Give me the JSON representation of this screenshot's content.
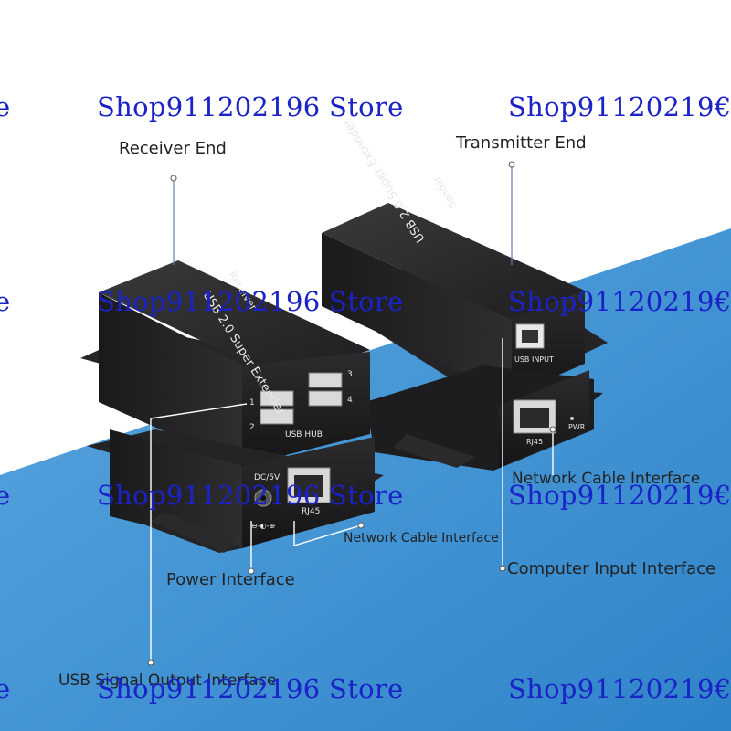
{
  "labels": {
    "receiver_end": "Receiver End",
    "transmitter_end": "Transmitter End",
    "network_cable_interface_right": "Network Cable Interface",
    "network_cable_interface_left": "Network Cable Interface",
    "computer_input_interface": "Computer Input Interface",
    "power_interface": "Power Interface",
    "usb_signal_output_interface": "USB Signal Output Interface"
  },
  "watermark": {
    "text": "Shop911202196 Store",
    "text_cut": "Shop91120219€",
    "edge": "e"
  },
  "device_markings": {
    "receiver": {
      "product": "USB 2.0  Super Extender",
      "role": "Receiver",
      "hub": "USB HUB",
      "ports": [
        "1",
        "2",
        "3",
        "4"
      ],
      "power": "DC/5V",
      "polarity": "⊖-◐-⊕",
      "rj45": "RJ45"
    },
    "sender": {
      "product": "USB 2.0  Super Extender",
      "role": "Sender",
      "usb_input": "USB INPUT",
      "rj45": "RJ45",
      "pwr": "PWR"
    }
  },
  "colors": {
    "background_blue": "#3d8fd0",
    "device_body": "#2a2a2c",
    "watermark": "#1a22c8"
  }
}
